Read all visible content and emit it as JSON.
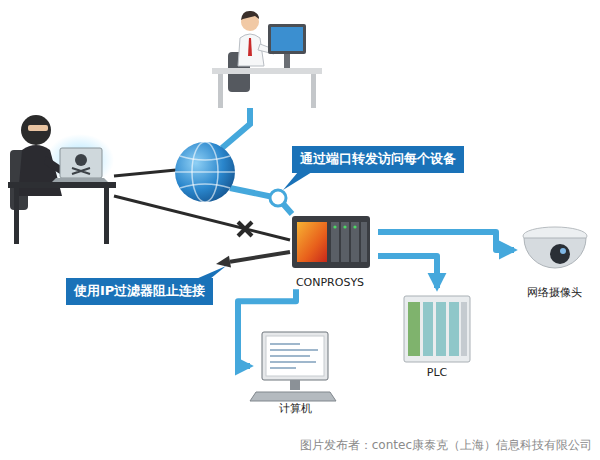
{
  "diagram": {
    "nodes": [
      {
        "text": [
          "通过端口转发访问每个设备"
        ]
      },
      {
        "text": [
          "CONPROSYS"
        ]
      },
      {
        "text": [
          "使用IP过滤器阻止连接"
        ]
      },
      {
        "text": [
          "网络摄像头"
        ]
      },
      {
        "text": [
          "PLC"
        ]
      },
      {
        "text": [
          "计算机"
        ]
      }
    ],
    "edges": [
      {
        "from": 1,
        "to": 3,
        "arrow": "to"
      },
      {
        "from": 1,
        "to": 4,
        "arrow": "to"
      },
      {
        "from": 1,
        "to": 5,
        "arrow": "to"
      }
    ],
    "labels": [
      "图片发布者：contec康泰克（上海）信息科技有限公司"
    ]
  }
}
